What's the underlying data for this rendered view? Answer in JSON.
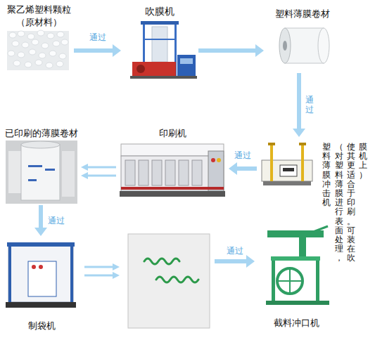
{
  "diagram": {
    "nodes": [
      {
        "text": [
          "聚乙烯塑料颗粒",
          "（原材料）"
        ]
      },
      {
        "text": [
          "吹膜机"
        ]
      },
      {
        "text": [
          "塑料薄膜卷材"
        ]
      },
      {
        "text": [
          "塑料薄膜冲击机",
          "（对塑料薄膜进行表面处理，使其更适合于印刷。可装在吹膜机上）"
        ]
      },
      {
        "text": [
          "印刷机"
        ]
      },
      {
        "text": [
          "已印刷的薄膜卷材"
        ]
      },
      {
        "text": [
          "制袋机"
        ]
      },
      {
        "text": [
          "截料冲口机"
        ]
      }
    ],
    "edges": [
      {
        "from": 0,
        "to": 1,
        "arrow": "to",
        "label": "通过"
      },
      {
        "from": 1,
        "to": 2,
        "arrow": "to"
      },
      {
        "from": 2,
        "to": 3,
        "arrow": "to",
        "label": "通过"
      },
      {
        "from": 3,
        "to": 4,
        "arrow": "to",
        "label": "通过"
      },
      {
        "from": 4,
        "to": 5,
        "arrow": "to"
      },
      {
        "from": 5,
        "to": 6,
        "arrow": "to",
        "label": "通过"
      }
    ],
    "labels": [
      "通过"
    ]
  }
}
